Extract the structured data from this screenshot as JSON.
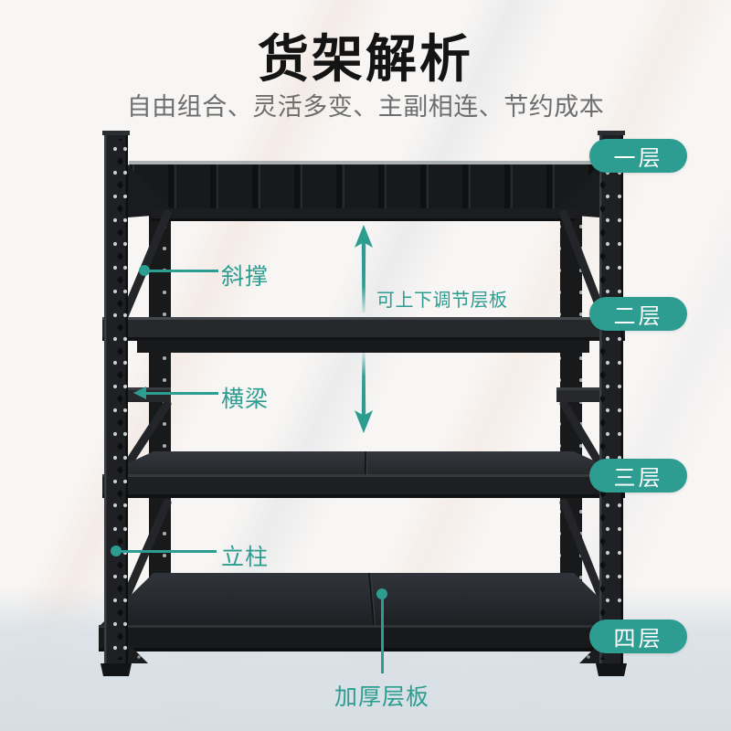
{
  "header": {
    "title": "货架解析",
    "subtitle": "自由组合、灵活多变、主副相连、节约成本"
  },
  "colors": {
    "accent_teal": "#2D9C91",
    "pill_text": "#FFFFFF",
    "title_text": "#141414",
    "subtitle_text": "#6E6E6E",
    "shelf_black": "#1E2023",
    "floor": "#D6DEE4"
  },
  "part_labels": [
    {
      "label": "斜撑",
      "pointer": "dot"
    },
    {
      "label": "横梁",
      "pointer": "arrow"
    },
    {
      "label": "立柱",
      "pointer": "dot"
    }
  ],
  "layer_badges": [
    {
      "label": "一层"
    },
    {
      "label": "二层"
    },
    {
      "label": "三层"
    },
    {
      "label": "四层"
    }
  ],
  "center_note": {
    "label": "可上下调节层板"
  },
  "bottom_note": {
    "label": "加厚层板"
  }
}
